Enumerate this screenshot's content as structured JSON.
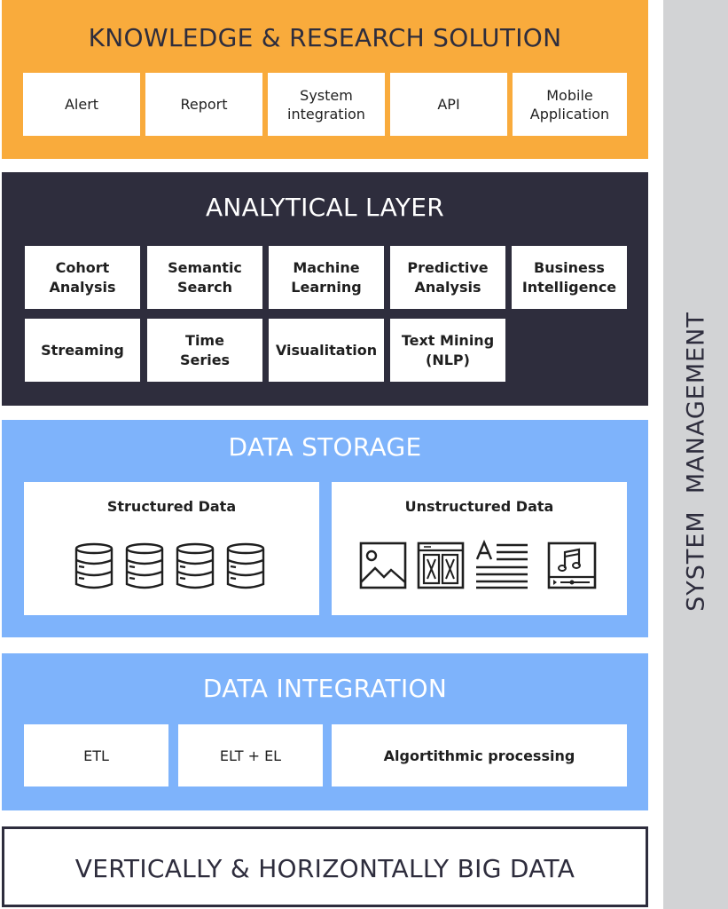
{
  "knowledge": {
    "title": "KNOWLEDGE & RESEARCH SOLUTION",
    "items": [
      {
        "lines": [
          "Alert"
        ]
      },
      {
        "lines": [
          "Report"
        ]
      },
      {
        "lines": [
          "System",
          "integration"
        ]
      },
      {
        "lines": [
          "API"
        ]
      },
      {
        "lines": [
          "Mobile",
          "Application"
        ]
      }
    ]
  },
  "analytical": {
    "title": "ANALYTICAL LAYER",
    "items": [
      {
        "lines": [
          "Cohort",
          "Analysis"
        ]
      },
      {
        "lines": [
          "Semantic",
          "Search"
        ]
      },
      {
        "lines": [
          "Machine",
          "Learning"
        ]
      },
      {
        "lines": [
          "Predictive",
          "Analysis"
        ]
      },
      {
        "lines": [
          "Business",
          "Intelligence"
        ]
      },
      {
        "lines": [
          "Streaming"
        ]
      },
      {
        "lines": [
          "Time",
          "Series"
        ]
      },
      {
        "lines": [
          "Visualitation"
        ]
      },
      {
        "lines": [
          "Text Mining",
          "(NLP)"
        ]
      }
    ]
  },
  "storage": {
    "title": "DATA STORAGE",
    "structured": {
      "title": "Structured Data",
      "icons": [
        "database-icon",
        "database-icon",
        "database-icon",
        "database-icon"
      ]
    },
    "unstructured": {
      "title": "Unstructured Data",
      "icons": [
        "image-icon",
        "video-film-icon",
        "text-document-icon",
        "music-player-icon"
      ]
    }
  },
  "integration": {
    "title": "DATA INTEGRATION",
    "items": [
      {
        "lines": [
          "ETL"
        ]
      },
      {
        "lines": [
          "ELT + EL"
        ]
      },
      {
        "lines": [
          "Algortithmic processing"
        ]
      }
    ]
  },
  "bigdata": {
    "title": "VERTICALLY & HORIZONTALLY BIG DATA"
  },
  "system_management": {
    "label": "SYSTEM  MANAGEMENT"
  },
  "colors": {
    "orange": "#f9ab3c",
    "dark": "#2e2d3d",
    "blue": "#7eb3fb",
    "gray": "#d2d3d5",
    "white": "#ffffff"
  }
}
